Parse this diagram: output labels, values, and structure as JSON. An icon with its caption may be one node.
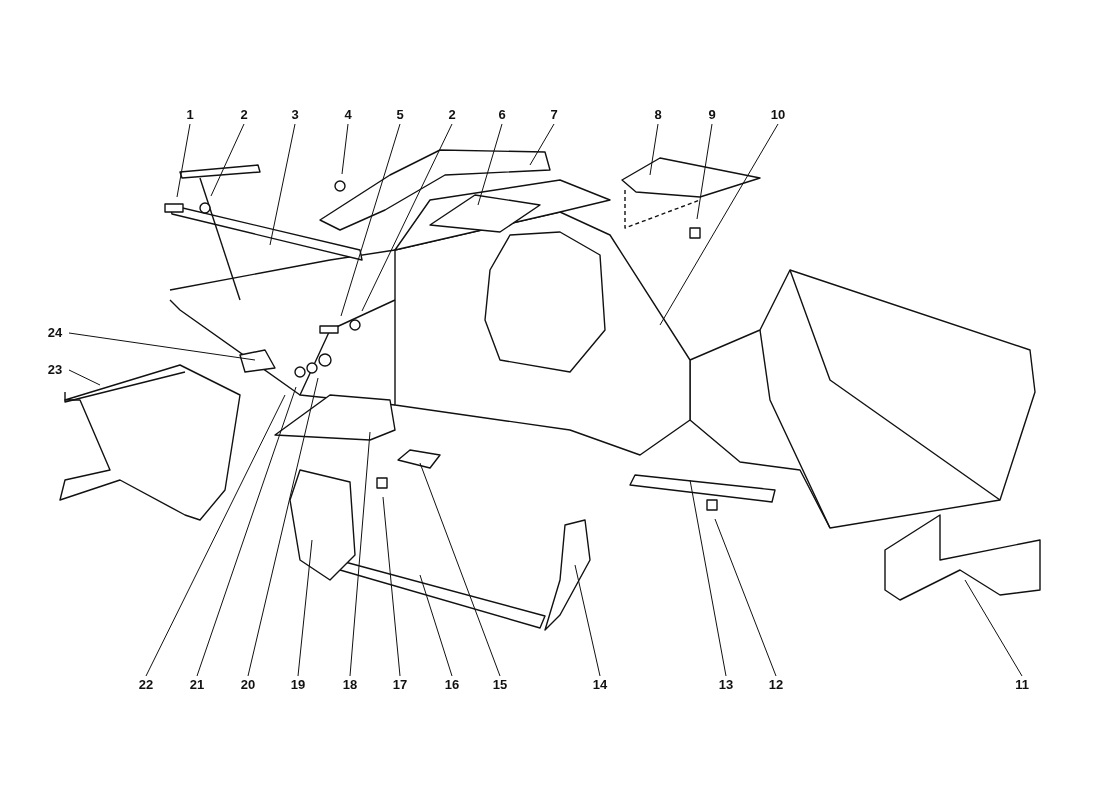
{
  "diagram": {
    "nodes": [
      {
        "text": [
          "1"
        ]
      },
      {
        "text": [
          "2"
        ]
      },
      {
        "text": [
          "3"
        ]
      },
      {
        "text": [
          "4"
        ]
      },
      {
        "text": [
          "5"
        ]
      },
      {
        "text": [
          "2"
        ]
      },
      {
        "text": [
          "6"
        ]
      },
      {
        "text": [
          "7"
        ]
      },
      {
        "text": [
          "8"
        ]
      },
      {
        "text": [
          "9"
        ]
      },
      {
        "text": [
          "10"
        ]
      },
      {
        "text": [
          "24"
        ]
      },
      {
        "text": [
          "23"
        ]
      },
      {
        "text": [
          "22"
        ]
      },
      {
        "text": [
          "21"
        ]
      },
      {
        "text": [
          "20"
        ]
      },
      {
        "text": [
          "19"
        ]
      },
      {
        "text": [
          "18"
        ]
      },
      {
        "text": [
          "17"
        ]
      },
      {
        "text": [
          "16"
        ]
      },
      {
        "text": [
          "15"
        ]
      },
      {
        "text": [
          "14"
        ]
      },
      {
        "text": [
          "13"
        ]
      },
      {
        "text": [
          "12"
        ]
      },
      {
        "text": [
          "11"
        ]
      }
    ],
    "edges": [
      {
        "from": 0,
        "to": null,
        "arrow": "none"
      },
      {
        "from": 1,
        "to": null,
        "arrow": "none"
      },
      {
        "from": 2,
        "to": null,
        "arrow": "none"
      },
      {
        "from": 3,
        "to": null,
        "arrow": "none"
      },
      {
        "from": 4,
        "to": null,
        "arrow": "none"
      },
      {
        "from": 5,
        "to": null,
        "arrow": "none"
      },
      {
        "from": 6,
        "to": null,
        "arrow": "none"
      },
      {
        "from": 7,
        "to": null,
        "arrow": "none"
      },
      {
        "from": 8,
        "to": null,
        "arrow": "none"
      },
      {
        "from": 9,
        "to": null,
        "arrow": "none"
      },
      {
        "from": 10,
        "to": null,
        "arrow": "none"
      },
      {
        "from": 11,
        "to": null,
        "arrow": "none"
      },
      {
        "from": 12,
        "to": null,
        "arrow": "none"
      },
      {
        "from": 13,
        "to": null,
        "arrow": "none"
      },
      {
        "from": 14,
        "to": null,
        "arrow": "none"
      },
      {
        "from": 15,
        "to": null,
        "arrow": "none"
      },
      {
        "from": 16,
        "to": null,
        "arrow": "none"
      },
      {
        "from": 17,
        "to": null,
        "arrow": "none"
      },
      {
        "from": 18,
        "to": null,
        "arrow": "none"
      },
      {
        "from": 19,
        "to": null,
        "arrow": "none"
      },
      {
        "from": 20,
        "to": null,
        "arrow": "none"
      },
      {
        "from": 21,
        "to": null,
        "arrow": "none"
      },
      {
        "from": 22,
        "to": null,
        "arrow": "none"
      },
      {
        "from": 23,
        "to": null,
        "arrow": "none"
      },
      {
        "from": 24,
        "to": null,
        "arrow": "none"
      }
    ]
  }
}
